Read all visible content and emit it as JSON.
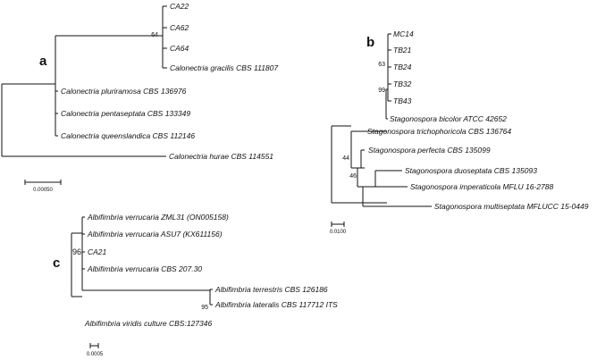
{
  "panels": {
    "a": {
      "label": "a",
      "scale_label": "0.00050",
      "supports": [
        "64"
      ],
      "leaves": [
        "CA22",
        "CA62",
        "CA64",
        "Calonectria gracilis CBS 111807",
        "Calonectria pluriramosa CBS 136976",
        "Calonectria pentaseptata CBS 133349",
        "Calonectria queenslandica CBS 112146",
        "Calonectria hurae CBS 114551"
      ]
    },
    "b": {
      "label": "b",
      "scale_label": "0.0100",
      "supports": [
        "63",
        "99",
        "44",
        "46"
      ],
      "leaves": [
        "MC14",
        "TB21",
        "TB24",
        "TB32",
        "TB43",
        "Stagonospora bicolor ATCC 42652",
        "Stagonospora trichophoricola CBS 136764",
        "Stagonospora perfecta CBS 135099",
        "Stagonospora duoseptata CBS 135093",
        "Stagonospora imperaticola MFLU 16-2788",
        "Stagonospora multiseptata MFLUCC 15-0449"
      ]
    },
    "c": {
      "label": "c",
      "scale_label": "0.0005",
      "supports": [
        "96",
        "95"
      ],
      "leaves": [
        "Albifimbria verrucaria ZML31 (ON005158)",
        "Albifimbria verrucaria ASU7 (KX611156)",
        "CA21",
        "Albifimbria verrucaria CBS 207.30",
        "Albifimbria terrestris CBS 126186",
        "Albifimbria lateralis CBS 117712 ITS",
        "Albifimbria viridis culture CBS:127346"
      ]
    }
  }
}
